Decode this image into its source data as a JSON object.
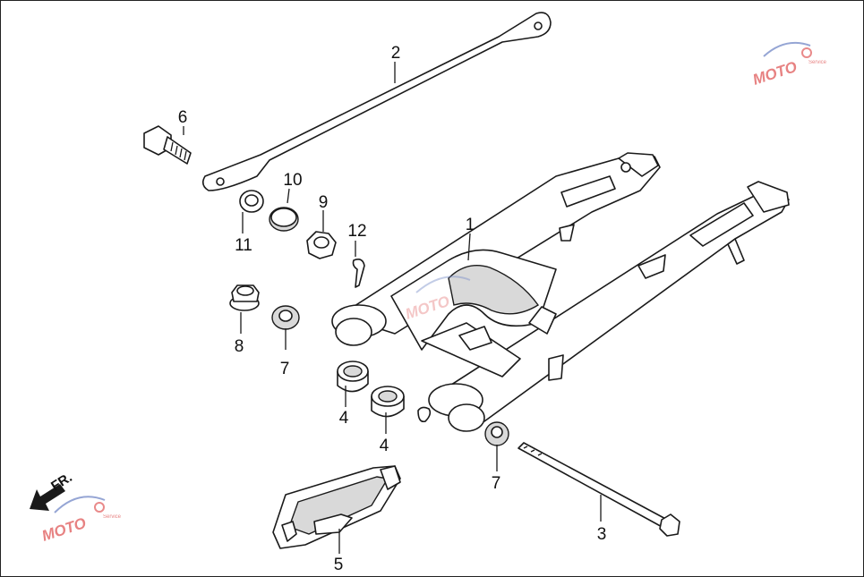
{
  "diagram": {
    "callouts": {
      "c1": "1",
      "c2": "2",
      "c3": "3",
      "c4a": "4",
      "c4b": "4",
      "c5": "5",
      "c6": "6",
      "c7a": "7",
      "c7b": "7",
      "c8": "8",
      "c9": "9",
      "c10": "10",
      "c11": "11",
      "c12": "12"
    },
    "direction_label": "FR.",
    "watermark": {
      "logo_text": "MOTO",
      "tagline": "Service"
    },
    "colors": {
      "line": "#1a1a1a",
      "watermark": "#e36d6d",
      "background": "#ffffff"
    }
  }
}
